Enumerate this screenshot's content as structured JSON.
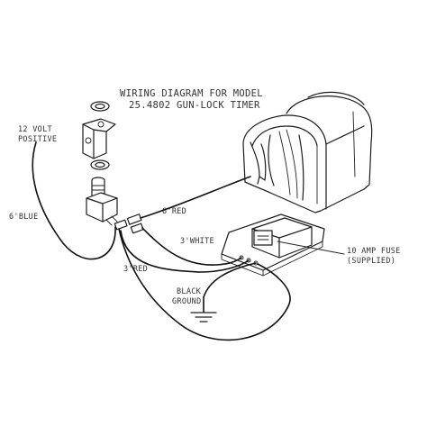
{
  "diagram": {
    "title_line1": "WIRING DIAGRAM FOR MODEL",
    "title_line2": "25.4802 GUN-LOCK TIMER",
    "label_12v_line1": "12 VOLT",
    "label_12v_line2": "POSITIVE",
    "label_blue": "6'BLUE",
    "label_6red": "6'RED",
    "label_white": "3'WHITE",
    "label_3red": "3'RED",
    "label_black_line1": "BLACK",
    "label_black_line2": "GROUND",
    "label_fuse_line1": "10 AMP FUSE",
    "label_fuse_line2": "(SUPPLIED)"
  }
}
